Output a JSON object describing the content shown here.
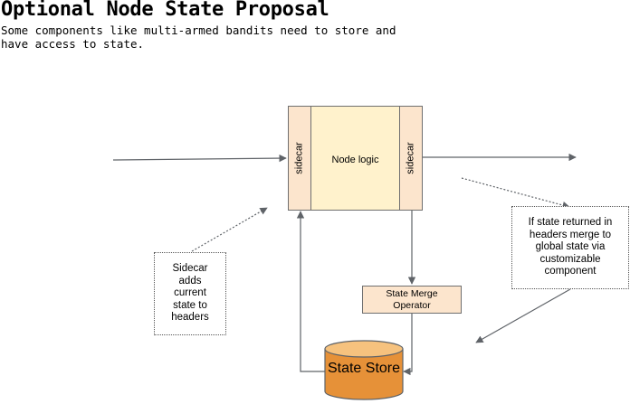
{
  "header": {
    "title": "Optional Node State Proposal",
    "subtitle": "Some components like multi-armed bandits need to store and have access to state."
  },
  "node": {
    "left_sidecar_label": "sidecar",
    "logic_label": "Node logic",
    "right_sidecar_label": "sidecar"
  },
  "merge_operator": {
    "label": "State Merge Operator"
  },
  "state_store": {
    "label": "State Store",
    "color": "#e69138"
  },
  "notes": {
    "sidecar_note": "Sidecar adds current state to headers",
    "merge_note": "If state returned in headers merge to global state via customizable component"
  },
  "colors": {
    "sidecar_fill": "#fce5cd",
    "logic_fill": "#fff2cc",
    "store_fill": "#e69138",
    "store_top": "#f6c27e",
    "line": "#5f6368"
  }
}
